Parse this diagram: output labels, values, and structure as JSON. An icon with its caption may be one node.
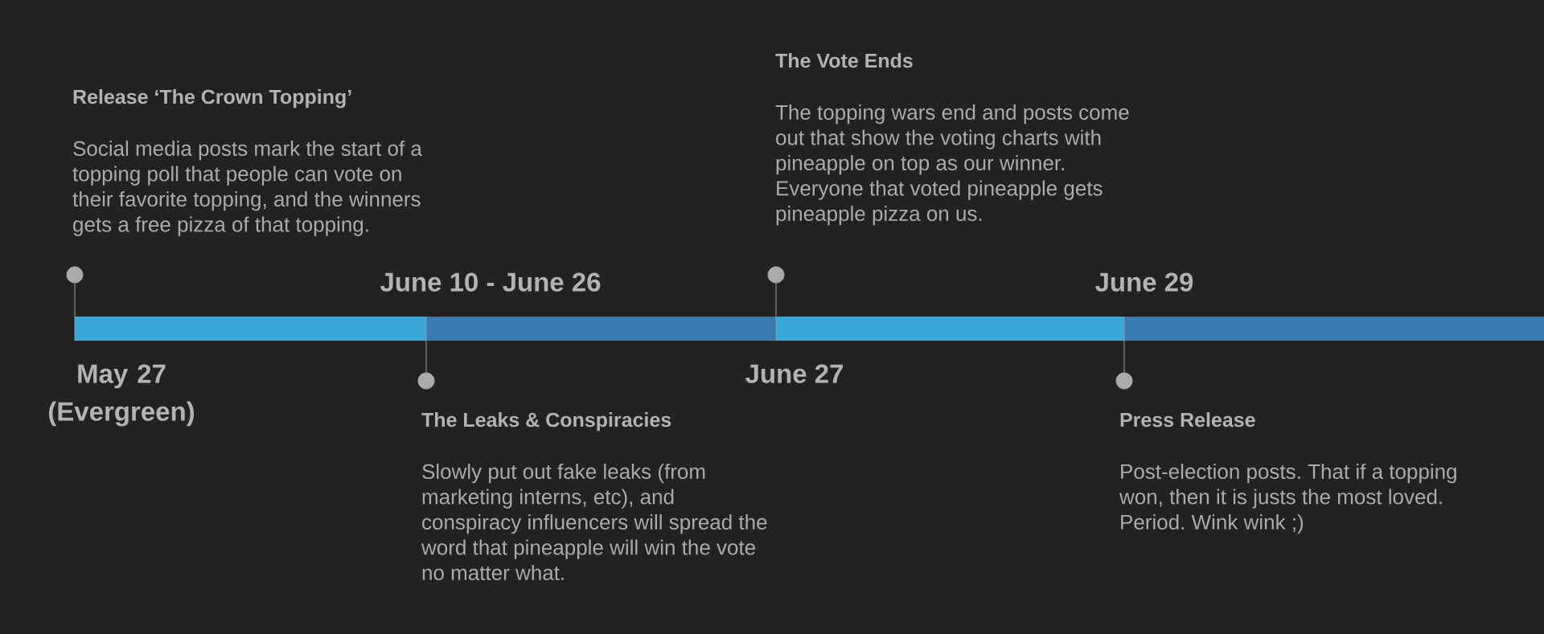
{
  "diagram": {
    "nodes": [
      {
        "text": [
          "Release ‘The Crown Topping’",
          "Social media posts mark the start of a topping poll that people can vote on their favorite topping, and the winners gets a free pizza of that topping."
        ]
      },
      {
        "text": [
          "The Leaks & Conspiracies",
          "Slowly put out fake leaks (from marketing interns, etc), and conspiracy influencers will spread the word that pineapple will win the vote no matter what."
        ]
      },
      {
        "text": [
          "The Vote Ends",
          "The topping wars end and posts come out that show the voting charts with pineapple on top as our winner. Everyone that voted pineapple gets pineapple pizza on us."
        ]
      },
      {
        "text": [
          "Press Release",
          "Post-election posts. That if a topping won, then it is justs the most loved. Period. Wink wink ;)"
        ]
      },
      {
        "text": [],
        "shape": "bar"
      },
      {
        "text": [],
        "shape": "bar"
      },
      {
        "text": [],
        "shape": "bar"
      },
      {
        "text": [],
        "shape": "bar"
      }
    ],
    "edges": [
      {
        "from": 0,
        "to": 4,
        "arrow": "other"
      },
      {
        "from": 1,
        "to": 5,
        "arrow": "other"
      },
      {
        "from": 2,
        "to": 6,
        "arrow": "other"
      },
      {
        "from": 3,
        "to": 7,
        "arrow": "other"
      }
    ],
    "labels": [
      "May 27 (Evergreen)",
      "June 10 - June 26",
      "June 27",
      "June 29"
    ]
  }
}
